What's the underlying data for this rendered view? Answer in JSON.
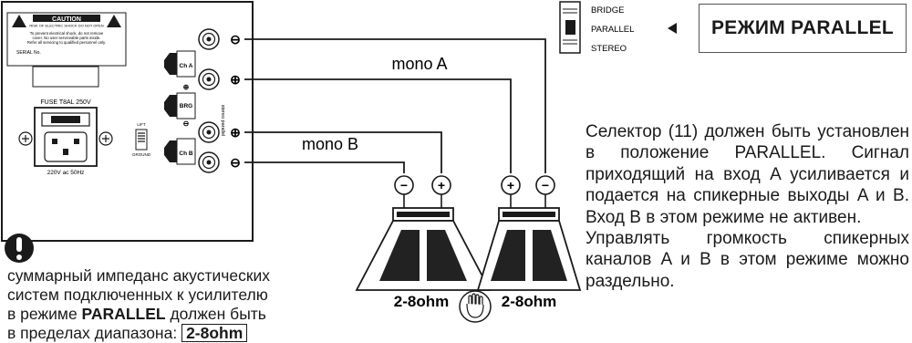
{
  "amp_panel": {
    "caution_title": "CAUTION",
    "caution_sub": "RISK OF ELECTRIC SHOCK DO NOT OPEN",
    "caution_notice": [
      "To prevent electrical shock, do not remove",
      "cover. No user serviceable parts inside.",
      "Refer all servicing to qualified personnel only."
    ],
    "serial_label": "SERIAL No.",
    "fuse_label": "FUSE T8AL 250V",
    "voltage_label": "220V ac 50Hz",
    "lift_label": "LIFT",
    "ground_label": "GROUND",
    "ch_a": "Ch A",
    "ch_b": "Ch B",
    "brg": "BRG",
    "side_label": "stereo parallel"
  },
  "wires": {
    "mono_a": "mono A",
    "mono_b": "mono B",
    "plus": "+",
    "minus": "−"
  },
  "speakers": [
    {
      "label": "2-8ohm"
    },
    {
      "label": "2-8ohm"
    }
  ],
  "selector": {
    "options": [
      "BRIDGE",
      "PARALLEL",
      "STEREO"
    ],
    "selected": "PARALLEL"
  },
  "mode_title": "РЕЖИМ PARALLEL",
  "description": {
    "p1": "Селектор (11) должен быть установлен в положение PARALLEL. Сигнал приходящий на вход A усиливается и подается на спикерные выходы A и B. Вход B в этом режиме не активен.",
    "p2": "Управлять громкость спикерных каналов A и B в этом режиме можно раздельно."
  },
  "note": {
    "warning_icon": "exclamation-icon",
    "line1": "суммарный импеданс акустических",
    "line2": "систем подключенных к усилителю",
    "line3_pre": "в режиме ",
    "line3_bold": "PARALLEL",
    "line3_post": " должен быть",
    "line4_pre": "в пределах диапазона: ",
    "line4_box": "2-8ohm"
  },
  "colors": {
    "line": "#1a1a1a",
    "panel_fill": "#ffffff",
    "cone": "#222222"
  }
}
